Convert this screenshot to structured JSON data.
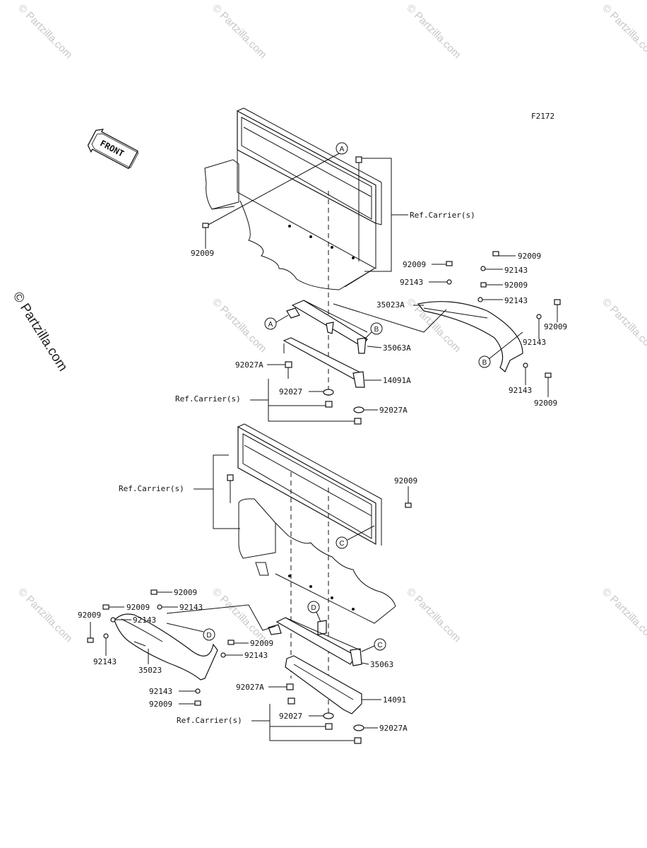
{
  "figure_code": "F2172",
  "front_label": "FRONT",
  "watermark_text": "© Partzilla.com",
  "side_watermark": "© Partzilla.com",
  "callouts": [
    "A",
    "B",
    "C",
    "D"
  ],
  "part_labels": {
    "p92009": "92009",
    "p92143": "92143",
    "p35023A": "35023A",
    "p35023": "35023",
    "p35063A": "35063A",
    "p35063": "35063",
    "p14091A": "14091A",
    "p14091": "14091",
    "p92027A": "92027A",
    "p92027": "92027",
    "ref_carrier": "Ref.Carrier(s)"
  }
}
